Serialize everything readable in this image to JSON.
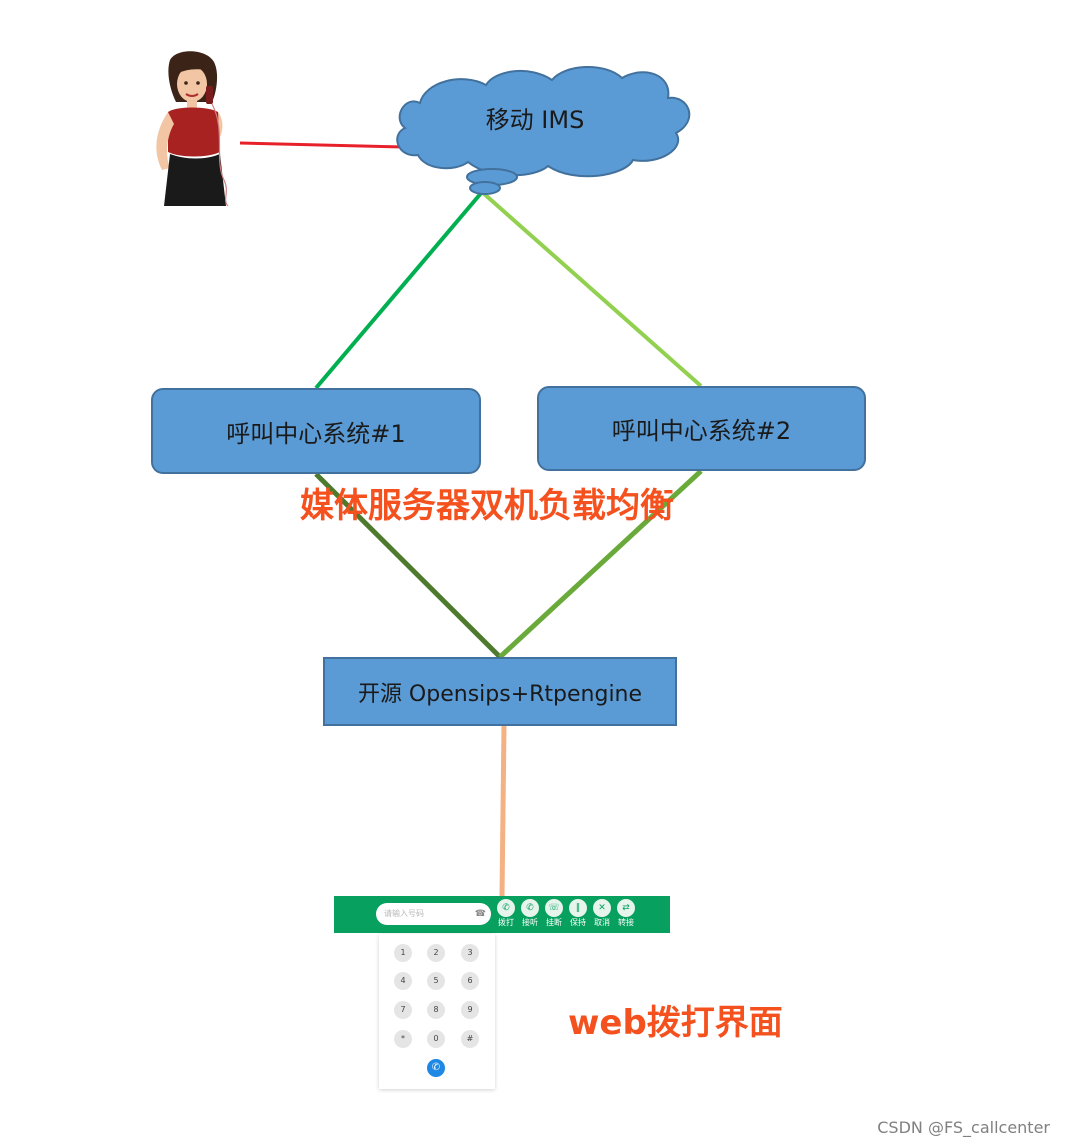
{
  "cloud": {
    "label": "移动 IMS"
  },
  "nodes": {
    "callcenter1": "呼叫中心系统#1",
    "callcenter2": "呼叫中心系统#2",
    "opensips": "开源 Opensips+Rtpengine"
  },
  "captions": {
    "load_balance": "媒体服务器双机负载均衡",
    "web_dial": "web拨打界面"
  },
  "dialer": {
    "input_placeholder": "请输入号码",
    "toolbar": [
      {
        "label": "拨打",
        "icon": "phone-icon"
      },
      {
        "label": "接听",
        "icon": "answer-icon"
      },
      {
        "label": "挂断",
        "icon": "hangup-icon"
      },
      {
        "label": "保持",
        "icon": "hold-icon"
      },
      {
        "label": "取消",
        "icon": "cancel-icon"
      },
      {
        "label": "转接",
        "icon": "transfer-icon"
      }
    ],
    "keys": [
      "1",
      "2",
      "3",
      "4",
      "5",
      "6",
      "7",
      "8",
      "9",
      "*",
      "0",
      "#"
    ],
    "call_icon": "call-icon"
  },
  "colors": {
    "box_fill": "#5b9bd5",
    "box_border": "#41719c",
    "caption": "#f4511e",
    "dialer_bar": "#07a05f",
    "line_red": "#e8202a",
    "line_green_left": "#00b050",
    "line_green_right": "#92d050",
    "line_dark_green": "#4e7a2e",
    "line_mid_green": "#6aaa3a",
    "line_orange": "#f4b183"
  },
  "watermark": "CSDN @FS_callcenter"
}
